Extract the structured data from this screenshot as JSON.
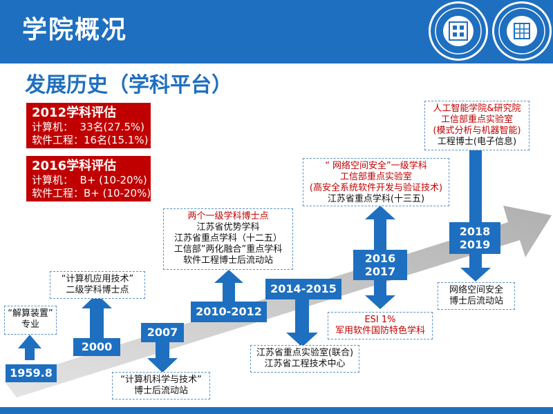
{
  "header": {
    "title": "学院概况"
  },
  "section": {
    "title": "发展历史（学科平台）"
  },
  "evaluations": [
    {
      "title": "2012学科评估",
      "lines": [
        "计算机：  33名(27.5%)",
        "软件工程：16名(15.1%)"
      ]
    },
    {
      "title": "2016学科评估",
      "lines": [
        "计算机：  B+ (10-20%)",
        "软件工程：B+ (10-20%)"
      ]
    }
  ],
  "years": {
    "y1959": "1959.8",
    "y2000": "2000",
    "y2007": "2007",
    "y2010": "2010-2012",
    "y2014": "2014-2015",
    "y2016a": "2016",
    "y2016b": "2017",
    "y2018a": "2018",
    "y2018b": "2019"
  },
  "notes": {
    "n1959": [
      "“解算装置”",
      "专业"
    ],
    "n2000": [
      "“计算机应用技术”",
      "二级学科博士点"
    ],
    "n2007": [
      "“计算机科学与技术”",
      "博士后流动站"
    ],
    "n2010": [
      "两个一级学科博士点",
      "江苏省优势学科",
      "江苏省重点学科（十二五）",
      "工信部”两化融合”重点学科",
      "软件工程博士后流动站"
    ],
    "n2014": [
      "江苏省重点实验室(联合)",
      "江苏省工程技术中心"
    ],
    "n2016up": [
      "“ 网络空间安全”一级学科",
      "工信部重点实验室",
      "(高安全系统软件开发与验证技术)",
      "江苏省重点学科(十三五)"
    ],
    "n2016down": [
      "ESI 1%",
      "军用软件国防特色学科"
    ],
    "n2018up": [
      "人工智能学院&研究院",
      "工信部重点实验室",
      "(模式分析与机器智能)",
      "工程博士(电子信息)"
    ],
    "n2018down": [
      "网络空间安全",
      "博士后流动站"
    ]
  },
  "colors": {
    "primary_blue": "#1e6fc0",
    "red": "#c00000",
    "arrow_gray": "#b8b8b8"
  }
}
